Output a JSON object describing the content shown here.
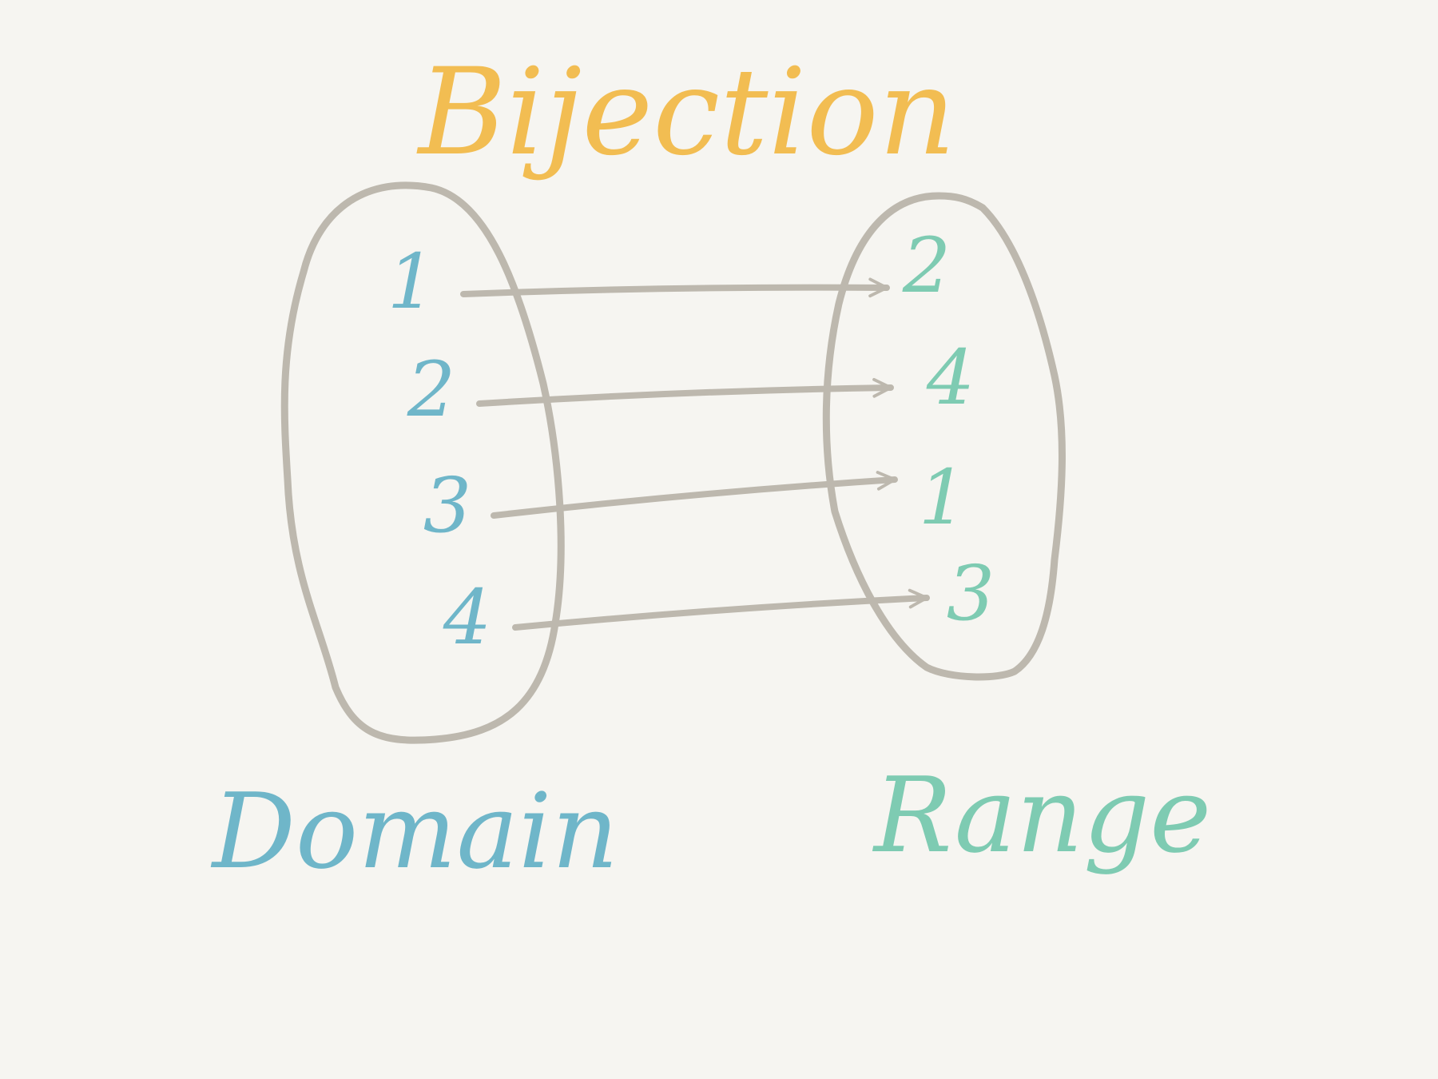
{
  "title": {
    "text": "Bijection",
    "color": "#f2bd52"
  },
  "domain_set": {
    "label": "Domain",
    "color": "#6fb6c9",
    "elements": [
      "1",
      "2",
      "3",
      "4"
    ]
  },
  "range_set": {
    "label": "Range",
    "color": "#7ecbb2",
    "elements": [
      "2",
      "4",
      "1",
      "3"
    ]
  },
  "arrow_color": "#bdb8ae",
  "mapping": [
    {
      "from": "1",
      "to": "2"
    },
    {
      "from": "2",
      "to": "4"
    },
    {
      "from": "3",
      "to": "1"
    },
    {
      "from": "4",
      "to": "3"
    }
  ]
}
